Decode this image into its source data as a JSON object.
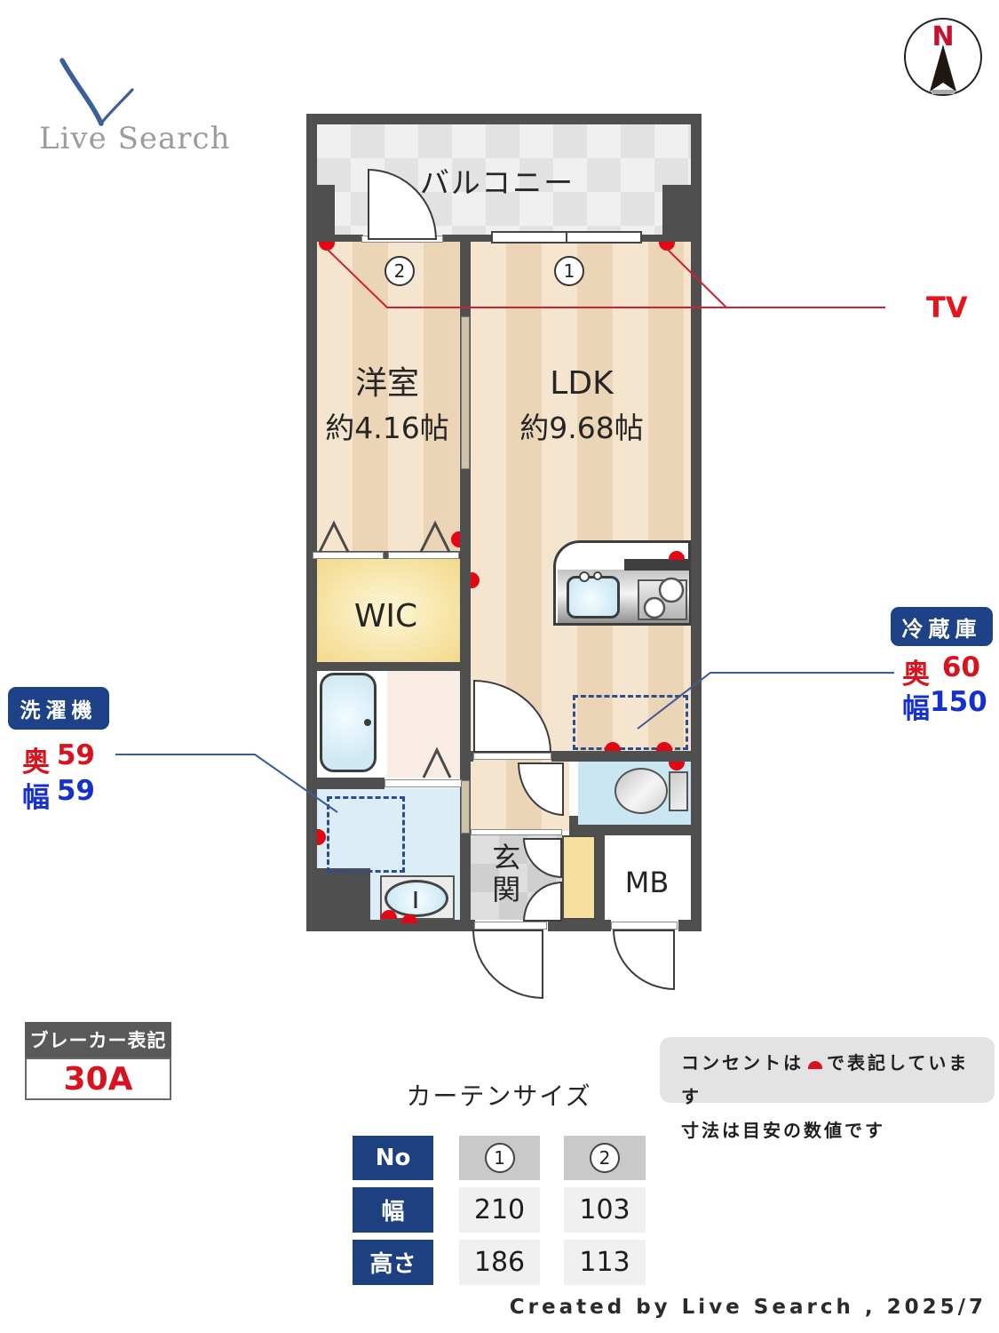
{
  "logo": {
    "text": "Live Search"
  },
  "compass": {
    "n": "N"
  },
  "plan": {
    "balcony": "バルコニー",
    "room1_circle": "1",
    "room2_circle": "2",
    "yoshitsu": {
      "name": "洋室",
      "size": "約4.16帖"
    },
    "ldk": {
      "name": "LDK",
      "size": "約9.68帖"
    },
    "wic": "WIC",
    "genkan": "玄関",
    "mb": "MB"
  },
  "callouts": {
    "tv": "TV",
    "fridge": {
      "title": "冷蔵庫",
      "depth_label": "奥",
      "depth": "60",
      "width_label": "幅",
      "width": "150"
    },
    "washer": {
      "title": "洗濯機",
      "depth_label": "奥",
      "depth": "59",
      "width_label": "幅",
      "width": "59"
    }
  },
  "breaker": {
    "title": "ブレーカー表記",
    "value": "30A"
  },
  "notes": {
    "line1_prefix": "コンセントは",
    "line1_suffix": "で表記しています",
    "line2": "寸法は目安の数値です"
  },
  "curtain": {
    "title": "カーテンサイズ",
    "row_headers": {
      "no": "No",
      "width": "幅",
      "height": "高さ"
    },
    "cols": [
      {
        "no": "1",
        "width": "210",
        "height": "186"
      },
      {
        "no": "2",
        "width": "103",
        "height": "113"
      }
    ]
  },
  "credit": "Created by Live Search , 2025/7",
  "colors": {
    "accent_navy": "#1d4080",
    "red": "#e30615",
    "blue": "#1530cf",
    "wall": "#4f4f4f"
  }
}
